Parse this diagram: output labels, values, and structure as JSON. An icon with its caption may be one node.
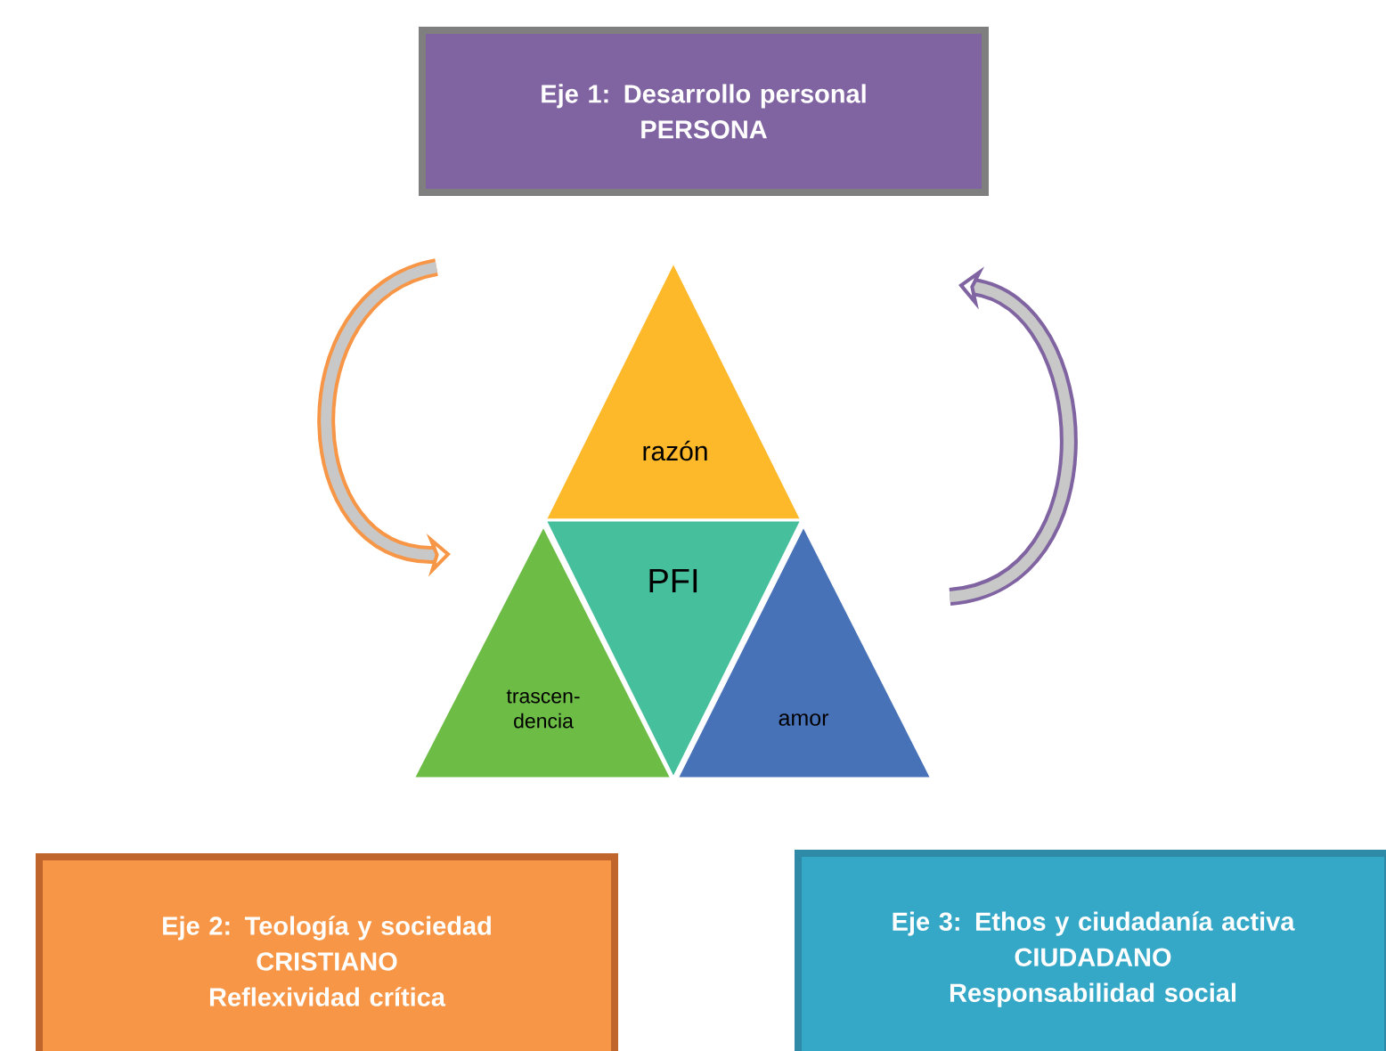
{
  "diagram": {
    "nodes": [
      {
        "text": [
          "Eje 1: Desarrollo personal",
          "PERSONA"
        ]
      },
      {
        "text": [
          "razón"
        ]
      },
      {
        "text": [
          "PFI"
        ]
      },
      {
        "text": [
          "trascen- dencia"
        ]
      },
      {
        "text": [
          "amor"
        ]
      },
      {
        "text": [
          "Eje 2: Teología y sociedad",
          "CRISTIANO",
          "Reflexividad crítica"
        ]
      },
      {
        "text": [
          "Eje 3: Ethos y ciudadanía activa",
          "CIUDADANO",
          "Responsabilidad social"
        ]
      }
    ],
    "edges": [
      {
        "from": null,
        "to": 3,
        "arrow": "to",
        "color": "#f79646"
      },
      {
        "from": 4,
        "to": null,
        "arrow": "to",
        "color": "#8064a2"
      }
    ]
  }
}
